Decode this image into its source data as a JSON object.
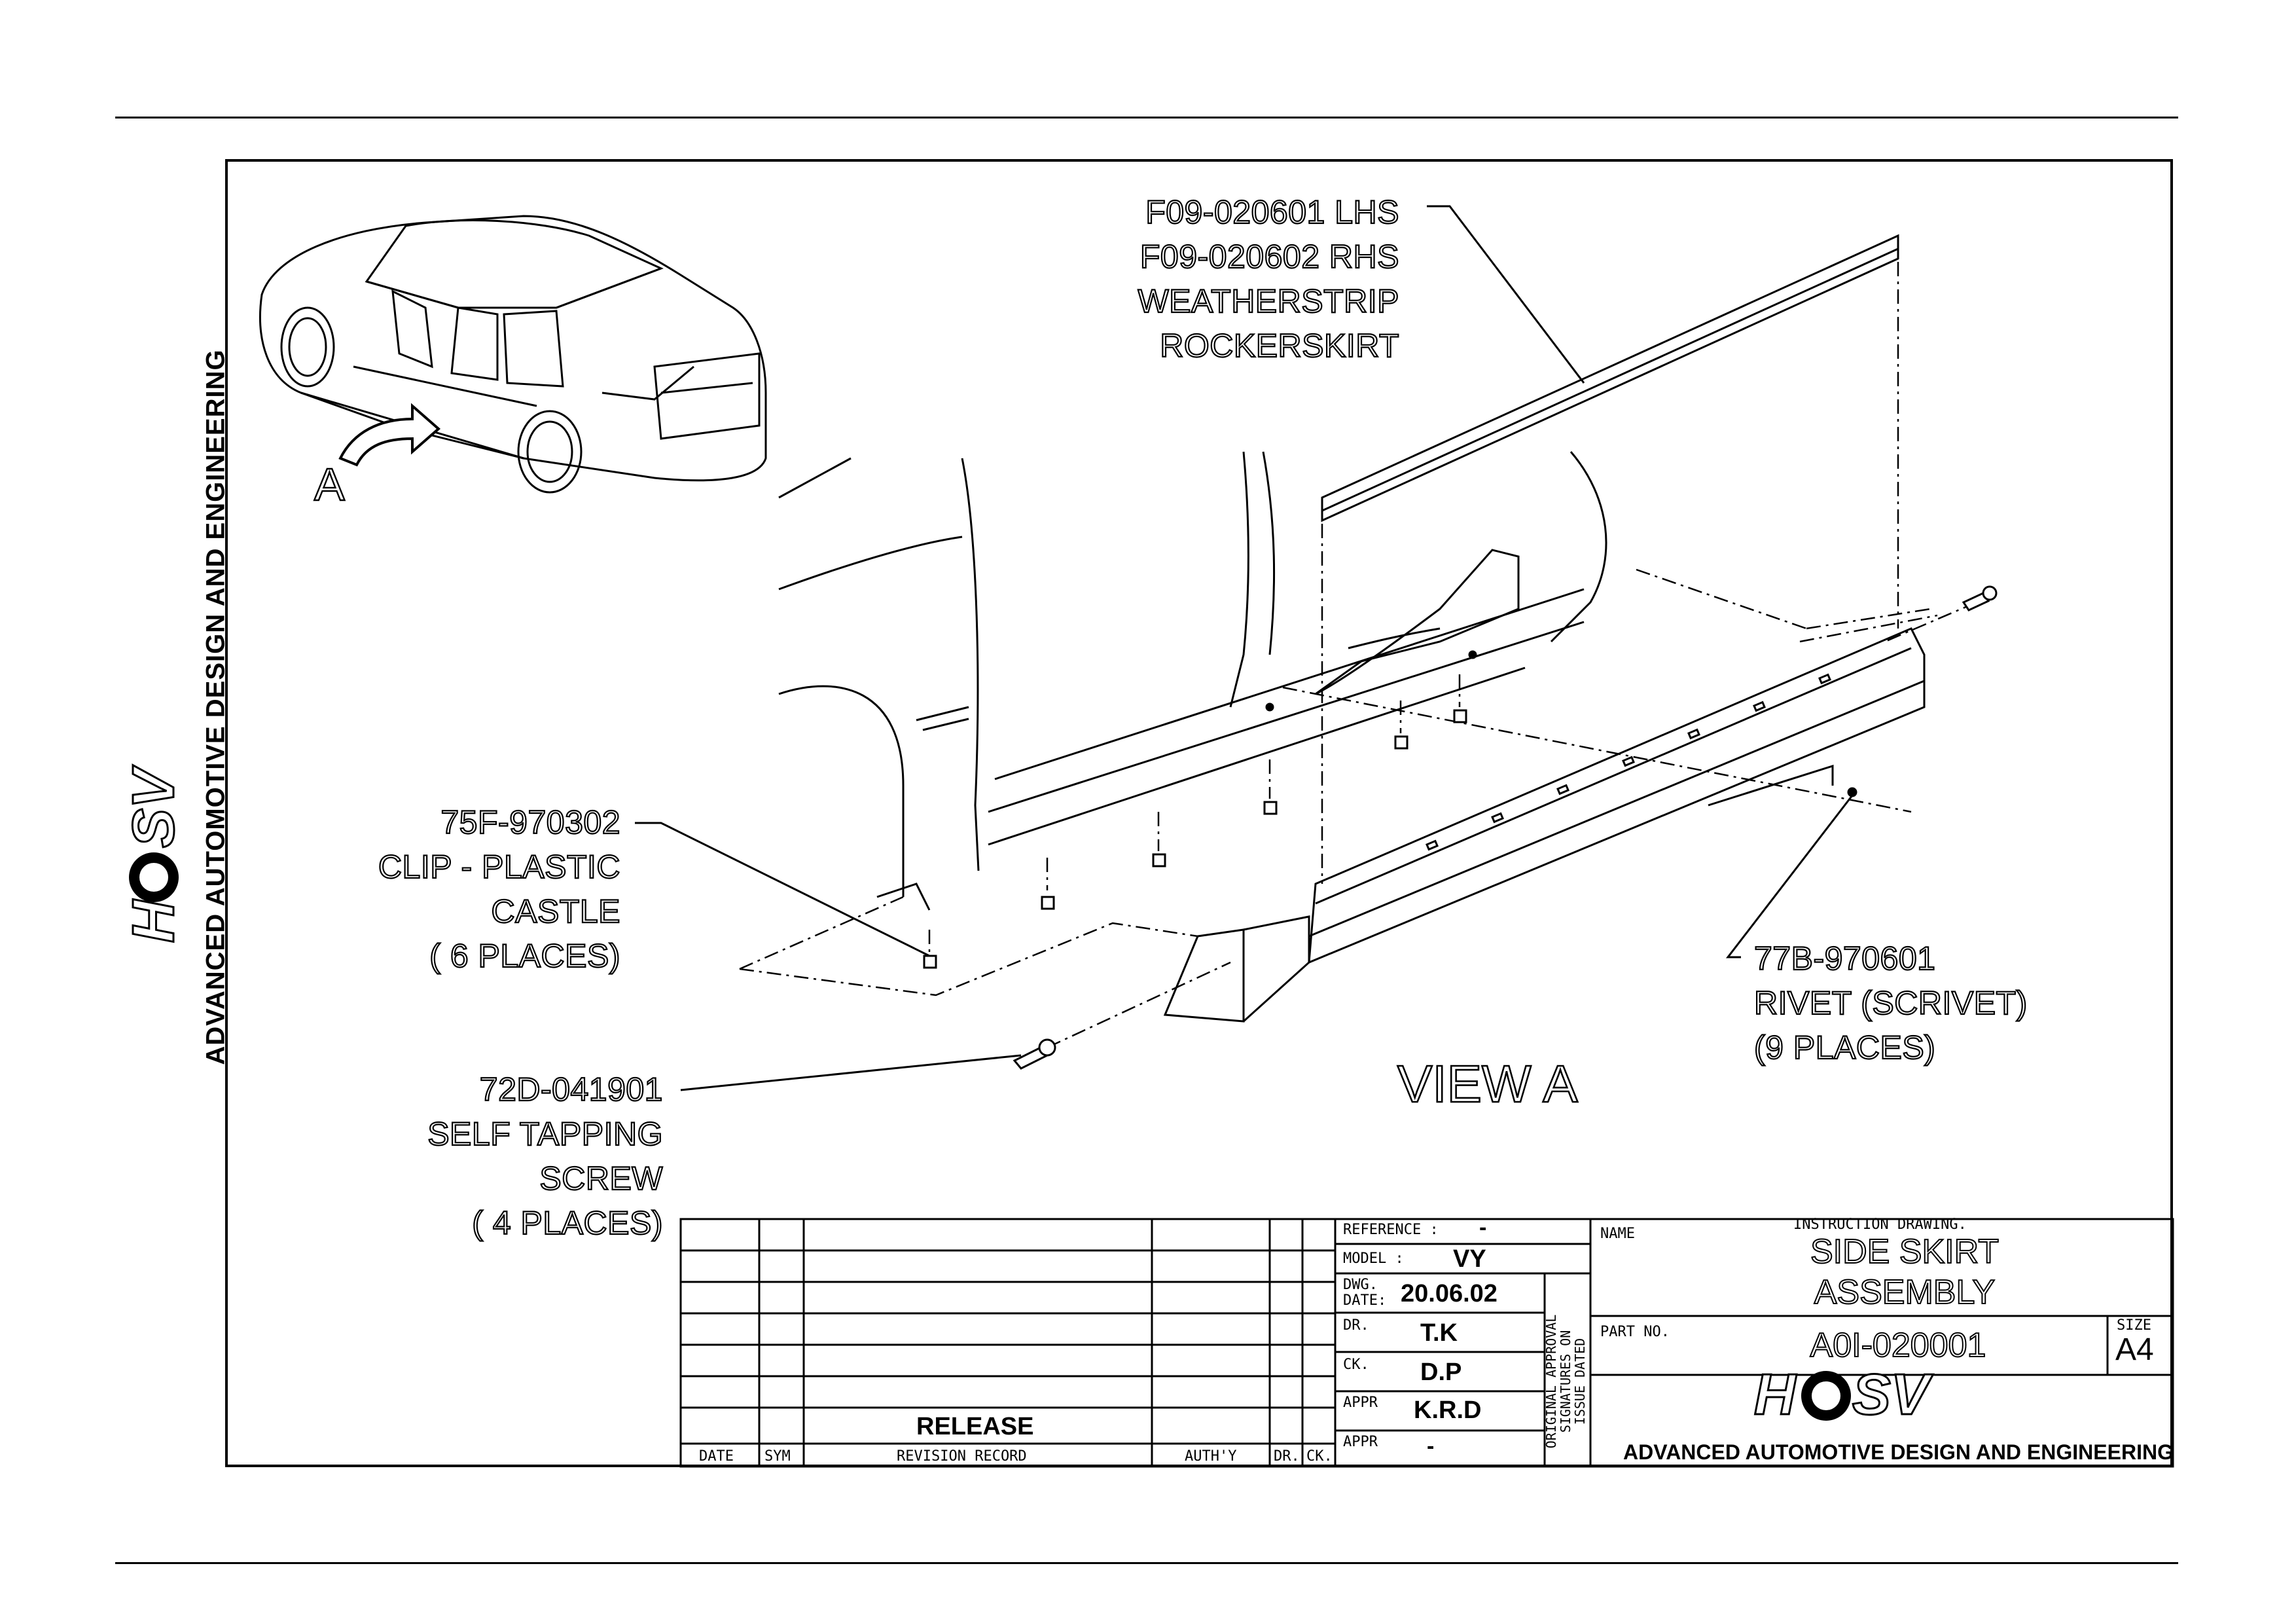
{
  "company": "ADVANCED AUTOMOTIVE DESIGN AND ENGINEERING",
  "logo_text": "HSV",
  "view_label": "VIEW A",
  "arrow_label": "A",
  "callouts": {
    "weatherstrip": [
      "F09-020601 LHS",
      "F09-020602 RHS",
      "WEATHERSTRIP",
      "ROCKERSKIRT"
    ],
    "clip": [
      "75F-970302",
      "CLIP - PLASTIC",
      "CASTLE",
      "( 6 PLACES)"
    ],
    "screw": [
      "72D-041901",
      "SELF TAPPING",
      "SCREW",
      "( 4 PLACES)"
    ],
    "rivet": [
      "77B-970601",
      "RIVET (SCRIVET)",
      "(9 PLACES)"
    ]
  },
  "revision_block": {
    "release": "RELEASE",
    "headers": [
      "DATE",
      "SYM",
      "REVISION RECORD",
      "AUTH'Y",
      "DR.",
      "CK."
    ]
  },
  "info_block": {
    "reference_label": "REFERENCE :",
    "reference_value": "-",
    "model_label": "MODEL :",
    "model_value": "VY",
    "dwg_date_label_1": "DWG.",
    "dwg_date_label_2": "DATE:",
    "dwg_date_value": "20.06.02",
    "dr_label": "DR.",
    "dr_value": "T.K",
    "ck_label": "CK.",
    "ck_value": "D.P",
    "appr_label": "APPR",
    "appr_value": "K.R.D",
    "appr2_label": "APPR",
    "appr2_value": "-",
    "approval_note": [
      "ORIGINAL APPROVAL",
      "SIGNATURES ON",
      "ISSUE DATED"
    ]
  },
  "name_block": {
    "name_label": "NAME",
    "drawing_type": "INSTRUCTION DRAWING.",
    "title_line1": "SIDE SKIRT",
    "title_line2": "ASSEMBLY",
    "part_no_label": "PART NO.",
    "part_no_value": "A0I-020001",
    "size_label": "SIZE",
    "size_value": "A4"
  }
}
